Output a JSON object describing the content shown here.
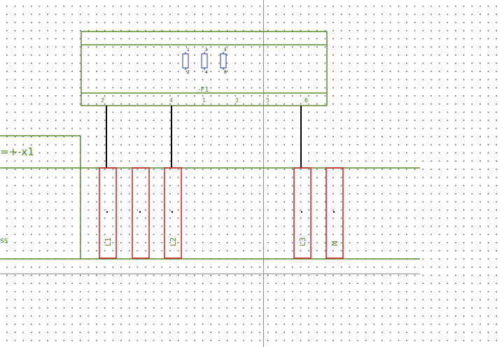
{
  "colors": {
    "grid_dot": "#777777",
    "frame_green": "#5a8a2e",
    "terminal_red": "#c81e1e",
    "wire_black": "#000000",
    "fuse_blue": "#1f2fb0",
    "cursor_gray": "#8c8c8c"
  },
  "device": {
    "label": "-F1",
    "pins": [
      "2",
      "4",
      "1",
      "3",
      "5",
      "6"
    ],
    "fuse_pins": [
      {
        "top": "1",
        "bottom": "2"
      },
      {
        "top": "3",
        "bottom": "4"
      },
      {
        "top": "5",
        "bottom": "6"
      }
    ]
  },
  "strip": {
    "label": "=+-x1",
    "left_text": "ss",
    "terminals": [
      "L1",
      "",
      "L2",
      "L3",
      "N"
    ]
  }
}
